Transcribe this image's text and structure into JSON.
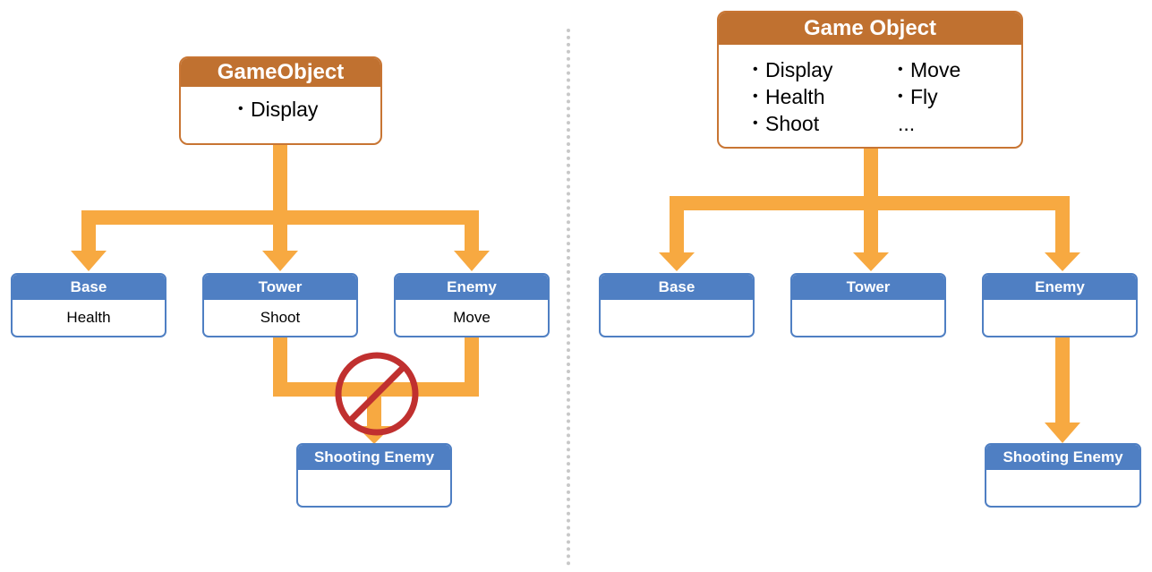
{
  "left": {
    "root": {
      "title": "GameObject",
      "items": [
        "Display"
      ]
    },
    "children": [
      {
        "title": "Base",
        "body": "Health"
      },
      {
        "title": "Tower",
        "body": "Shoot"
      },
      {
        "title": "Enemy",
        "body": "Move"
      }
    ],
    "grandchild": {
      "title": "Shooting Enemy",
      "body": ""
    }
  },
  "right": {
    "root": {
      "title": "Game Object",
      "col1": [
        "Display",
        "Health",
        "Shoot"
      ],
      "col2": [
        "Move",
        "Fly"
      ],
      "more": "..."
    },
    "children": [
      {
        "title": "Base",
        "body": ""
      },
      {
        "title": "Tower",
        "body": ""
      },
      {
        "title": "Enemy",
        "body": ""
      }
    ],
    "grandchild": {
      "title": "Shooting Enemy",
      "body": ""
    }
  },
  "bullet_char": "•",
  "colors": {
    "arrow": "#f7a941",
    "root_header": "#c07130",
    "root_border": "#c87533",
    "child_header": "#4f7fc3",
    "prohibited": "#c0302f"
  }
}
